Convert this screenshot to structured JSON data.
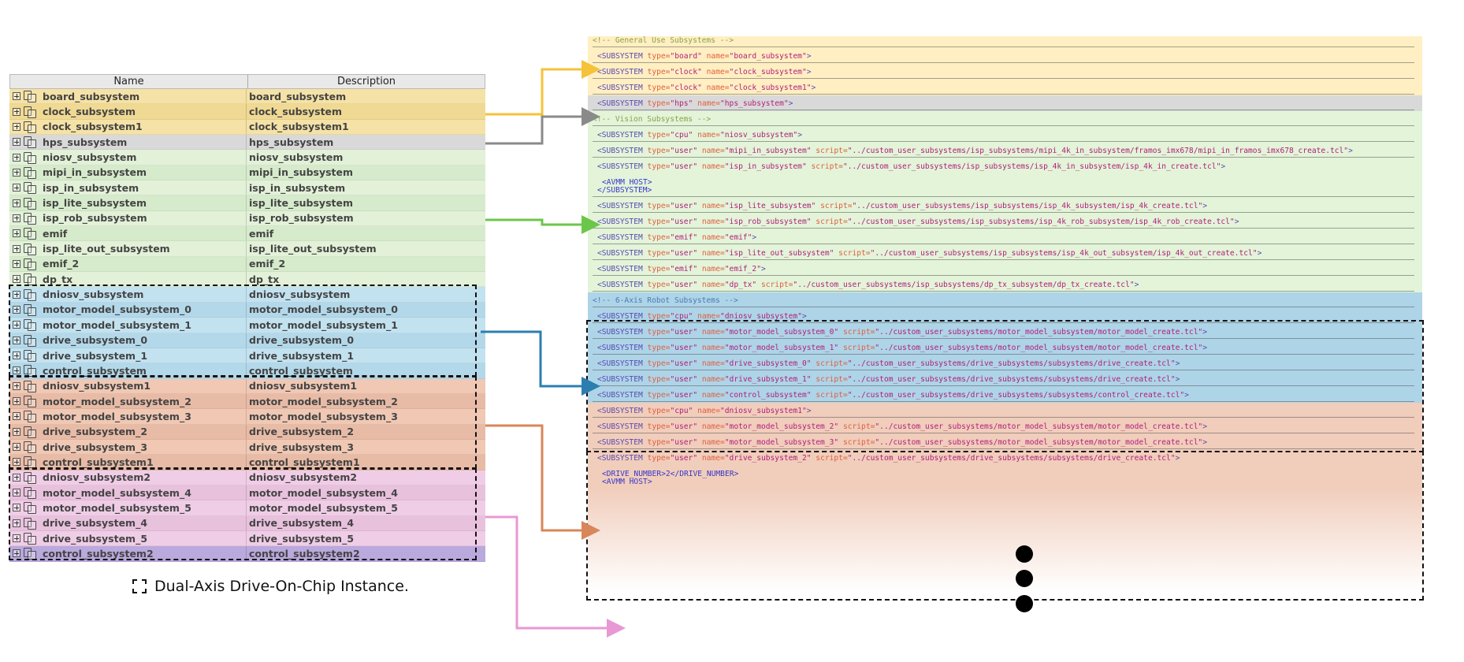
{
  "table": {
    "header_name": "Name",
    "header_description": "Description",
    "rows": [
      {
        "name": "board_subsystem",
        "desc": "board_subsystem",
        "group": "yellow"
      },
      {
        "name": "clock_subsystem",
        "desc": "clock_subsystem",
        "group": "yellow"
      },
      {
        "name": "clock_subsystem1",
        "desc": "clock_subsystem1",
        "group": "yellow"
      },
      {
        "name": "hps_subsystem",
        "desc": "hps_subsystem",
        "group": "gray"
      },
      {
        "name": "niosv_subsystem",
        "desc": "niosv_subsystem",
        "group": "green"
      },
      {
        "name": "mipi_in_subsystem",
        "desc": "mipi_in_subsystem",
        "group": "green"
      },
      {
        "name": "isp_in_subsystem",
        "desc": "isp_in_subsystem",
        "group": "green"
      },
      {
        "name": "isp_lite_subsystem",
        "desc": "isp_lite_subsystem",
        "group": "green"
      },
      {
        "name": "isp_rob_subsystem",
        "desc": "isp_rob_subsystem",
        "group": "green"
      },
      {
        "name": "emif",
        "desc": "emif",
        "group": "green"
      },
      {
        "name": "isp_lite_out_subsystem",
        "desc": "isp_lite_out_subsystem",
        "group": "green"
      },
      {
        "name": "emif_2",
        "desc": "emif_2",
        "group": "green"
      },
      {
        "name": "dp_tx",
        "desc": "dp_tx",
        "group": "green"
      },
      {
        "name": "dniosv_subsystem",
        "desc": "dniosv_subsystem",
        "group": "blue"
      },
      {
        "name": "motor_model_subsystem_0",
        "desc": "motor_model_subsystem_0",
        "group": "blue"
      },
      {
        "name": "motor_model_subsystem_1",
        "desc": "motor_model_subsystem_1",
        "group": "blue"
      },
      {
        "name": "drive_subsystem_0",
        "desc": "drive_subsystem_0",
        "group": "blue"
      },
      {
        "name": "drive_subsystem_1",
        "desc": "drive_subsystem_1",
        "group": "blue"
      },
      {
        "name": "control_subsystem",
        "desc": "control_subsystem",
        "group": "blue"
      },
      {
        "name": "dniosv_subsystem1",
        "desc": "dniosv_subsystem1",
        "group": "orange"
      },
      {
        "name": "motor_model_subsystem_2",
        "desc": "motor_model_subsystem_2",
        "group": "orange"
      },
      {
        "name": "motor_model_subsystem_3",
        "desc": "motor_model_subsystem_3",
        "group": "orange"
      },
      {
        "name": "drive_subsystem_2",
        "desc": "drive_subsystem_2",
        "group": "orange"
      },
      {
        "name": "drive_subsystem_3",
        "desc": "drive_subsystem_3",
        "group": "orange"
      },
      {
        "name": "control_subsystem1",
        "desc": "control_subsystem1",
        "group": "orange"
      },
      {
        "name": "dniosv_subsystem2",
        "desc": "dniosv_subsystem2",
        "group": "pink"
      },
      {
        "name": "motor_model_subsystem_4",
        "desc": "motor_model_subsystem_4",
        "group": "pink"
      },
      {
        "name": "motor_model_subsystem_5",
        "desc": "motor_model_subsystem_5",
        "group": "pink"
      },
      {
        "name": "drive_subsystem_4",
        "desc": "drive_subsystem_4",
        "group": "pink"
      },
      {
        "name": "drive_subsystem_5",
        "desc": "drive_subsystem_5",
        "group": "pink"
      },
      {
        "name": "control_subsystem2",
        "desc": "control_subsystem2",
        "group": "purple"
      }
    ]
  },
  "legend": {
    "label": "Dual-Axis Drive-On-Chip Instance."
  },
  "code": {
    "lines": [
      {
        "kind": "comment",
        "text": "<!-- General Use Subsystems -->",
        "band": "yellow"
      },
      {
        "kind": "subsystem",
        "type": "board",
        "name": "board_subsystem",
        "script": "",
        "band": "yellow"
      },
      {
        "kind": "subsystem",
        "type": "clock",
        "name": "clock_subsystem",
        "script": "",
        "band": "yellow"
      },
      {
        "kind": "subsystem",
        "type": "clock",
        "name": "clock_subsystem1",
        "script": "",
        "band": "yellow"
      },
      {
        "kind": "subsystem",
        "type": "hps",
        "name": "hps_subsystem",
        "script": "",
        "band": "gray"
      },
      {
        "kind": "comment",
        "text": "<!-- Vision Subsystems -->",
        "band": "green"
      },
      {
        "kind": "subsystem",
        "type": "cpu",
        "name": "niosv_subsystem",
        "script": "",
        "band": "green"
      },
      {
        "kind": "subsystem",
        "type": "user",
        "name": "mipi_in_subsystem",
        "script": "../custom_user_subsystems/isp_subsystems/mipi_4k_in_subsystem/framos_imx678/mipi_in_framos_imx678_create.tcl",
        "band": "green"
      },
      {
        "kind": "subsystem_open",
        "type": "user",
        "name": "isp_in_subsystem",
        "script": "../custom_user_subsystems/isp_subsystems/isp_4k_in_subsystem/isp_4k_in_create.tcl",
        "band": "green"
      },
      {
        "kind": "child",
        "text": "<AVMM HOST>",
        "band": "green"
      },
      {
        "kind": "close",
        "text": "</SUBSYSTEM>",
        "band": "green"
      },
      {
        "kind": "subsystem",
        "type": "user",
        "name": "isp_lite_subsystem",
        "script": "../custom_user_subsystems/isp_subsystems/isp_4k_subsystem/isp_4k_create.tcl",
        "band": "green"
      },
      {
        "kind": "subsystem",
        "type": "user",
        "name": "isp_rob_subsystem",
        "script": "../custom_user_subsystems/isp_subsystems/isp_4k_rob_subsystem/isp_4k_rob_create.tcl",
        "band": "green"
      },
      {
        "kind": "subsystem",
        "type": "emif",
        "name": "emif",
        "script": "",
        "band": "green"
      },
      {
        "kind": "subsystem",
        "type": "user",
        "name": "isp_lite_out_subsystem",
        "script": "../custom_user_subsystems/isp_subsystems/isp_4k_out_subsystem/isp_4k_out_create.tcl",
        "band": "green"
      },
      {
        "kind": "subsystem",
        "type": "emif",
        "name": "emif_2",
        "script": "",
        "band": "green"
      },
      {
        "kind": "subsystem",
        "type": "user",
        "name": "dp_tx",
        "script": "../custom_user_subsystems/isp_subsystems/dp_tx_subsystem/dp_tx_create.tcl",
        "band": "green"
      },
      {
        "kind": "comment",
        "text": "<!-- 6-Axis Robot Subsystems -->",
        "band": "blue"
      },
      {
        "kind": "subsystem",
        "type": "cpu",
        "name": "dniosv_subsystem",
        "script": "",
        "band": "blue"
      },
      {
        "kind": "subsystem",
        "type": "user",
        "name": "motor_model_subsystem_0",
        "script": "../custom_user_subsystems/motor_model_subsystem/motor_model_create.tcl",
        "band": "blue"
      },
      {
        "kind": "subsystem",
        "type": "user",
        "name": "motor_model_subsystem_1",
        "script": "../custom_user_subsystems/motor_model_subsystem/motor_model_create.tcl",
        "band": "blue"
      },
      {
        "kind": "subsystem",
        "type": "user",
        "name": "drive_subsystem_0",
        "script": "../custom_user_subsystems/drive_subsystems/subsystems/drive_create.tcl",
        "band": "blue"
      },
      {
        "kind": "subsystem",
        "type": "user",
        "name": "drive_subsystem_1",
        "script": "../custom_user_subsystems/drive_subsystems/subsystems/drive_create.tcl",
        "band": "blue"
      },
      {
        "kind": "subsystem",
        "type": "user",
        "name": "control_subsystem",
        "script": "../custom_user_subsystems/drive_subsystems/subsystems/control_create.tcl",
        "band": "blue"
      },
      {
        "kind": "subsystem",
        "type": "cpu",
        "name": "dniosv_subsystem1",
        "script": "",
        "band": "orange"
      },
      {
        "kind": "subsystem",
        "type": "user",
        "name": "motor_model_subsystem_2",
        "script": "../custom_user_subsystems/motor_model_subsystem/motor_model_create.tcl",
        "band": "orange"
      },
      {
        "kind": "subsystem",
        "type": "user",
        "name": "motor_model_subsystem_3",
        "script": "../custom_user_subsystems/motor_model_subsystem/motor_model_create.tcl",
        "band": "orange"
      },
      {
        "kind": "subsystem_open",
        "type": "user",
        "name": "drive_subsystem_2",
        "script": "../custom_user_subsystems/drive_subsystems/subsystems/drive_create.tcl",
        "band": "orange"
      },
      {
        "kind": "child",
        "text": "<DRIVE_NUMBER>2</DRIVE_NUMBER>",
        "band": "orange"
      },
      {
        "kind": "child",
        "text": "<AVMM HOST>",
        "band": "orange"
      }
    ]
  },
  "colors": {
    "yellow": "#ffefc2",
    "gray": "#d9d9d9",
    "green": "#e3f4d9",
    "blue": "#aed4e8",
    "orange": "#f1cdbb",
    "pink": "#f0cde6",
    "purple": "#b9a9dd",
    "arrow_yellow": "#f5c23a",
    "arrow_gray": "#8a8a8a",
    "arrow_green": "#6cc64a",
    "arrow_blue": "#2c7eb0",
    "arrow_orange": "#d9865a",
    "arrow_pink": "#e898d4"
  }
}
